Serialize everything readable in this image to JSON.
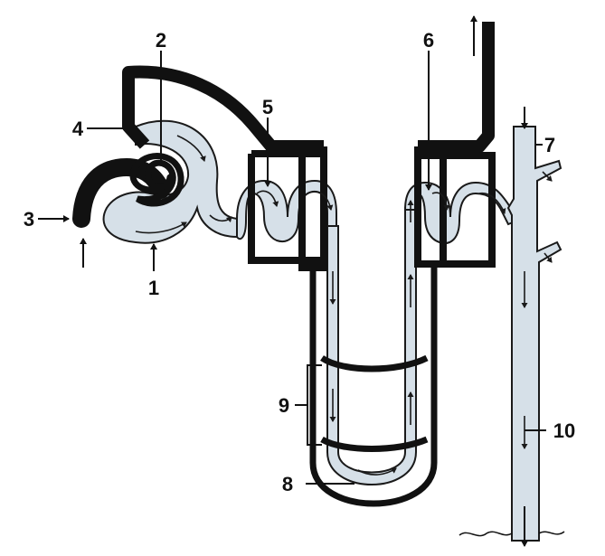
{
  "colors": {
    "vessel": "#111111",
    "tubule": "#d6e0e8",
    "outline": "#1a1a1a",
    "background": "#ffffff"
  },
  "labels": {
    "l1": "1",
    "l2": "2",
    "l3": "3",
    "l4": "4",
    "l5": "5",
    "l6": "6",
    "l7": "7",
    "l8": "8",
    "l9": "9",
    "l10": "10"
  }
}
